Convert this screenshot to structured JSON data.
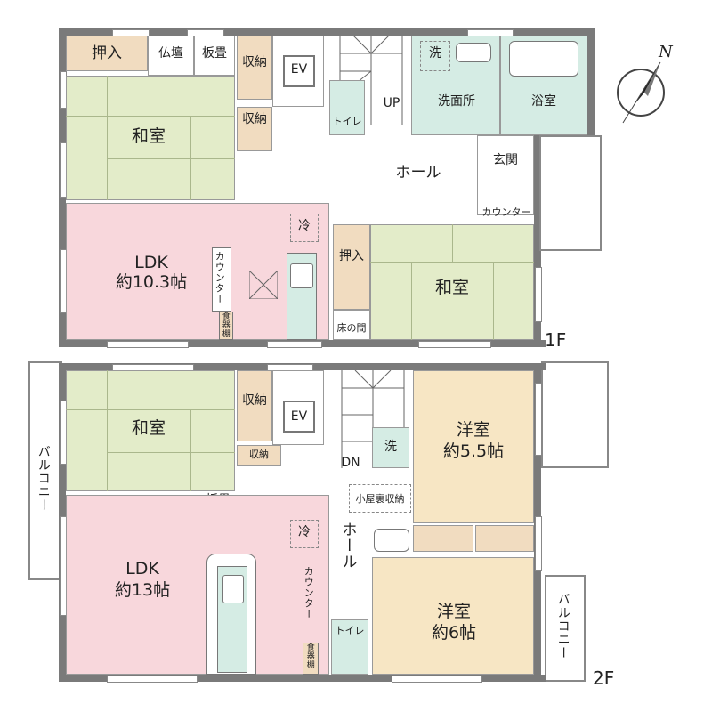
{
  "floor1": {
    "label": "1F",
    "rooms": {
      "oshiire_top": "押入",
      "butsudan": "仏壇",
      "itatatami": "板畳",
      "shuno1": "収納",
      "ev": "EV",
      "shuno2": "収納",
      "washitsu1": "和室",
      "toilet": "トイレ",
      "up": "UP",
      "sen": "洗",
      "senmenjo": "洗面所",
      "yokushitsu": "浴室",
      "hall": "ホール",
      "genkan": "玄関",
      "counter_genkan": "カウンター",
      "rei": "冷",
      "ldk": "LDK",
      "ldk_size": "約10.3帖",
      "counter": "カウンター",
      "shokkidana": "食器棚",
      "oshiire2": "押入",
      "washitsu2": "和室",
      "tokonoma": "床の間"
    }
  },
  "floor2": {
    "label": "2F",
    "rooms": {
      "washitsu": "和室",
      "shuno1": "収納",
      "ev": "EV",
      "shuno2": "収納",
      "itatatami": "板畳",
      "dn": "DN",
      "sen": "洗",
      "koyaura": "小屋裏収納",
      "yoshitsu1": "洋室",
      "yoshitsu1_size": "約5.5帖",
      "rei": "冷",
      "hall": "ホール",
      "counter": "カウンター",
      "ldk": "LDK",
      "ldk_size": "約13帖",
      "shokkidana": "食器棚",
      "toilet": "トイレ",
      "yoshitsu2": "洋室",
      "yoshitsu2_size": "約6帖",
      "balcony_left": "バルコニー",
      "balcony_right": "バルコニー"
    }
  },
  "compass": {
    "label": "N"
  },
  "colors": {
    "tatami": "#e3ecc9",
    "ldk": "#f8d7dc",
    "western": "#f7e6c4",
    "wet": "#d5ece4",
    "storage": "#f1dcc0",
    "wall": "#7a7a7a"
  }
}
